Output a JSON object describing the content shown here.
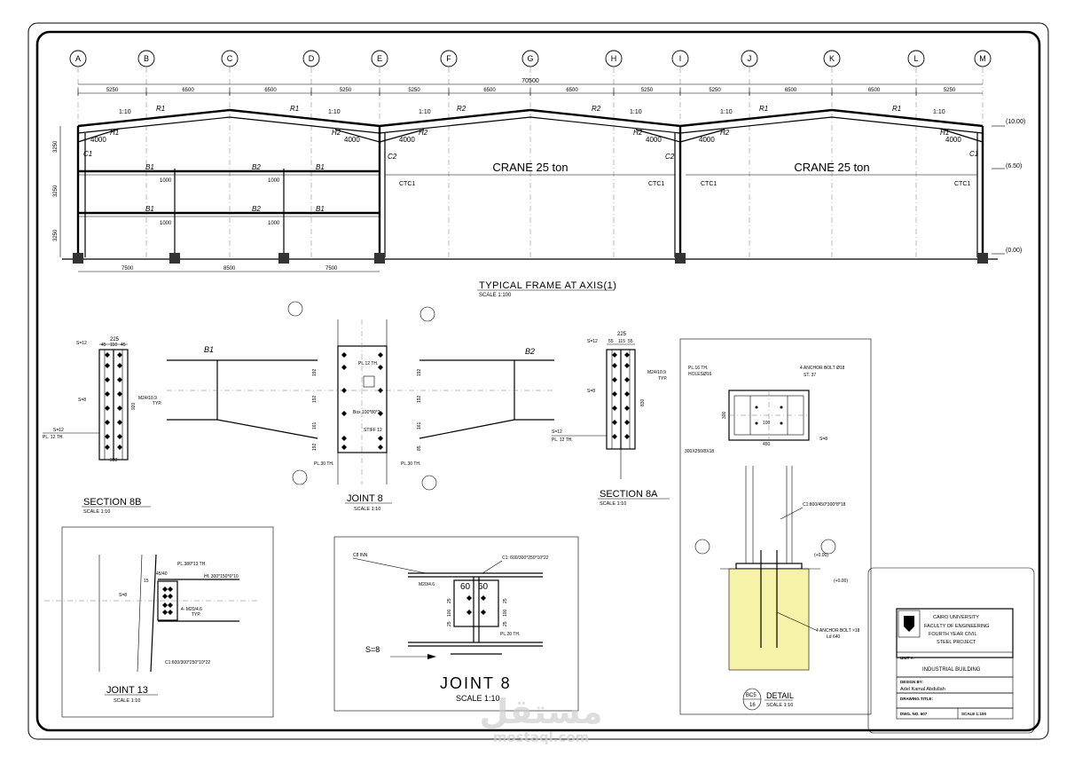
{
  "frame": {
    "axes": [
      "A",
      "B",
      "C",
      "D",
      "E",
      "F",
      "G",
      "H",
      "I",
      "J",
      "K",
      "L",
      "M"
    ],
    "total_dim": "70500",
    "bay_dims": [
      "5250",
      "6500",
      "6500",
      "5250",
      "5250",
      "6500",
      "6500",
      "5250",
      "5250",
      "6500",
      "6500",
      "5250"
    ],
    "bottom_dims": [
      "7500",
      "8500",
      "7500"
    ],
    "left_heights": [
      "3250",
      "3250",
      "3250"
    ],
    "levels": [
      "(10.00)",
      "(6.50)",
      "(0.00)"
    ],
    "rafter_labels": [
      "R1",
      "R1",
      "R2",
      "R2",
      "R1",
      "R1"
    ],
    "haunch_labels": [
      "H1",
      "H2",
      "H2",
      "H2",
      "H2",
      "H1"
    ],
    "haunch_len": "4000",
    "slope": "1:10",
    "column_labels": [
      "C1",
      "C2",
      "C2",
      "C1"
    ],
    "beam_labels": [
      "B1",
      "B2",
      "B1"
    ],
    "bracket_label": "CTC1",
    "opening_label": "1000",
    "crane_label": "CRANE 25 ton",
    "title": "TYPICAL FRAME AT AXIS(1)",
    "scale": "SCALE 1:100"
  },
  "joint8a": {
    "b1": "B1",
    "b2": "B2",
    "box": "Box 100*80*3",
    "stiff": "STIFF 12",
    "plate1": "PL.12 TH.",
    "plate2": "PL.30 TH.",
    "dims": [
      "192",
      "192",
      "161",
      "192",
      "85"
    ],
    "title": "JOINT  8",
    "scale": "SCALE 1:10"
  },
  "section8b": {
    "top_dim": "225",
    "sub_dims": [
      "45",
      "110",
      "45"
    ],
    "weld": "S=12",
    "weld2": "S=8",
    "bolts": "M24/10.9",
    "typ": "TYP.",
    "plate": "PL. 12 TH.",
    "bottom_dim": "280",
    "height": "920",
    "title": "SECTION  8B",
    "scale": "SCALE 1:10"
  },
  "section8a": {
    "top_dim": "225",
    "sub_dims": [
      "55",
      "115",
      "55"
    ],
    "weld": "S=12",
    "weld2": "S=8",
    "bolts": "M24/10.9",
    "typ": "TYP.",
    "plate": "PL. 12 TH.",
    "height": "830",
    "title": "SECTION  8A",
    "scale": "SCALE 1:10"
  },
  "detail": {
    "plate": "PL.16 TH.",
    "holes": "HOLESØ16",
    "bolts": "4 ANCHOR BOLT Ø18",
    "steel": "ST. 37",
    "height": "300",
    "width": "450",
    "inner": "100",
    "weld": "S=8",
    "base": "300X250/8X18",
    "column": "C1:800/450*300*8*18",
    "anchor": "4 ANCHOR BOLT ×18",
    "anchor_len": "Ld 640",
    "level1": "(+0.00)",
    "level2": "(+0.00)",
    "tag": "BC5",
    "tag_num": "16",
    "title": "DETAIL",
    "scale": "SCALE 1:10"
  },
  "joint13": {
    "plate": "PL.380*13 TH.",
    "beam": "Hf. 300*150*6*10",
    "col": "C1:600/300*250*10*22",
    "weld": "S=8",
    "bolts": "4- M20/4.6",
    "typ": "TYP.",
    "dim": "15",
    "dim2": "45/40",
    "title": "JOINT  13",
    "scale": "SCALE 1:10"
  },
  "joint8b": {
    "top_left": "C8 INN",
    "top_right": "C1: 600/300*250*10*22",
    "bolts": "M20/4.6",
    "spacing": [
      "60",
      "60"
    ],
    "vdims": [
      "25",
      "100",
      "25"
    ],
    "plate": "PL.20 TH.",
    "weld": "S=8",
    "title": "JOINT  8",
    "scale": "SCALE 1:10"
  },
  "titleblock": {
    "university": "CAIRO UNIVERSITY",
    "faculty": "FACULTY OF ENGINEERING",
    "year": "FOURTH YEAR CIVIL",
    "project": "STEEL PROJECT",
    "unit_label": "UNIT #:",
    "unit": "INDUSTRIAL BUILDING",
    "design_label": "DESIGN BY:",
    "designer": "Adel Kamal Abdullah",
    "drawing_label": "DRAWING TITLE:",
    "dwg_no": "DWG. NO. 607",
    "scale": "SCALE 1:100"
  },
  "watermark": {
    "arabic": "مستقل",
    "latin": "mostaql.com"
  }
}
